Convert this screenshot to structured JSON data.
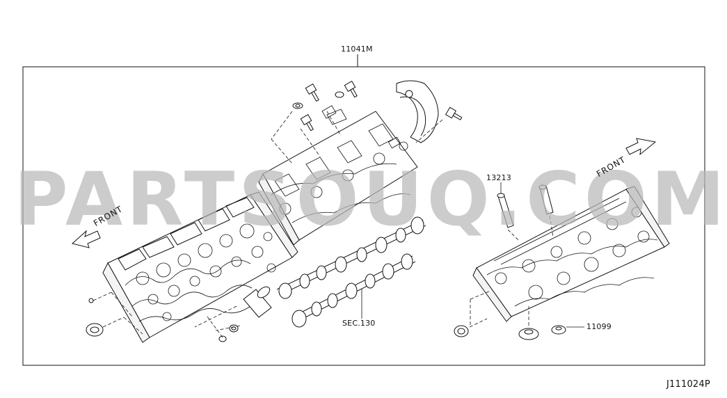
{
  "diagram": {
    "part_numbers": {
      "assembly": "11041M",
      "dowel": "13213",
      "camshaft_section": "SEC.130",
      "washer": "11099",
      "drawing_code": "J111024P"
    },
    "front_labels": {
      "left": "FRONT",
      "right": "FRONT"
    },
    "watermark": "PARTSOUQ.COM",
    "colors": {
      "line": "#111111",
      "watermark": "#b9b9b9"
    }
  }
}
